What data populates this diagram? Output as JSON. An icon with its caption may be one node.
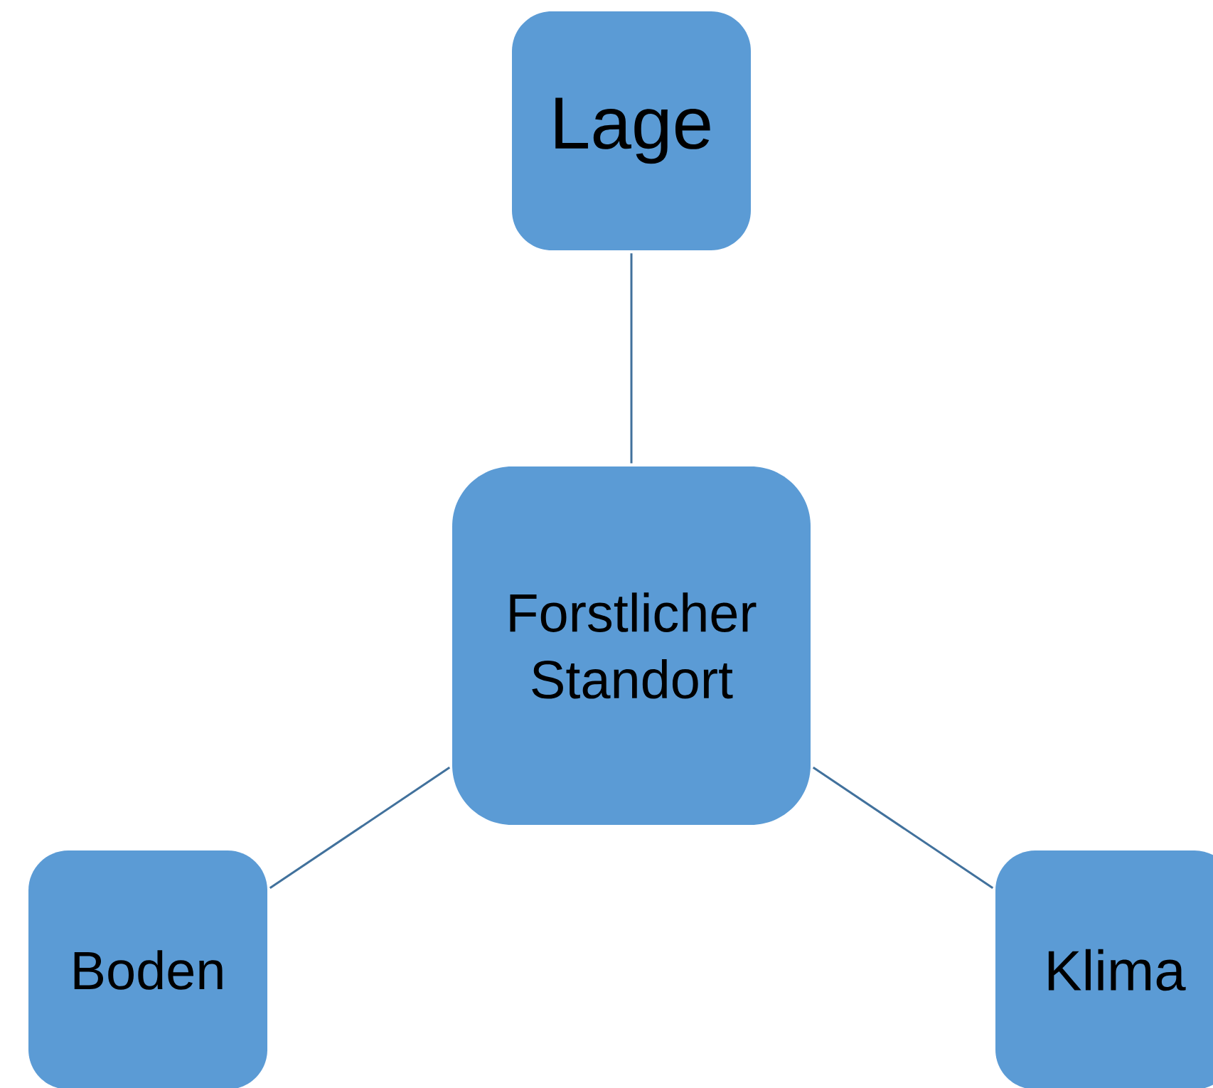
{
  "diagram": {
    "nodes": [
      {
        "text": [
          "Forstlicher Standort"
        ]
      },
      {
        "text": [
          "Lage"
        ]
      },
      {
        "text": [
          "Boden"
        ]
      },
      {
        "text": [
          "Klima"
        ]
      }
    ],
    "edges": [
      {
        "from": 0,
        "to": 1,
        "arrow": "none"
      },
      {
        "from": 0,
        "to": 2,
        "arrow": "none"
      },
      {
        "from": 0,
        "to": 3,
        "arrow": "none"
      }
    ]
  }
}
